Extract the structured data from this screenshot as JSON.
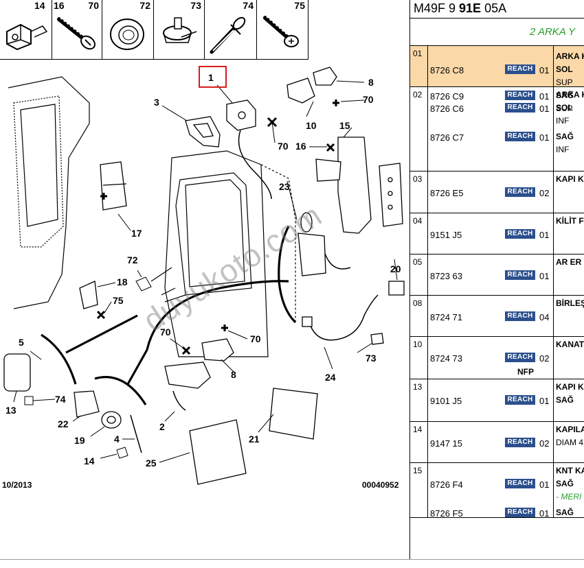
{
  "icon_strip": [
    {
      "num_a": "14",
      "num_b": "16"
    },
    {
      "num": "70"
    },
    {
      "num": "72"
    },
    {
      "num": "73"
    },
    {
      "num": "74"
    },
    {
      "num": "75"
    }
  ],
  "callouts": {
    "c1": "1",
    "c2": "2",
    "c3": "3",
    "c4": "4",
    "c5": "5",
    "c8a": "8",
    "c8b": "8",
    "c10": "10",
    "c13": "13",
    "c14": "14",
    "c15": "15",
    "c16": "16",
    "c17": "17",
    "c18": "18",
    "c19": "19",
    "c20": "20",
    "c21": "21",
    "c22": "22",
    "c23": "23",
    "c24": "24",
    "c25": "25",
    "c70a": "70",
    "c70b": "70",
    "c70c": "70",
    "c70d": "70",
    "c72": "72",
    "c73": "73",
    "c74": "74",
    "c75": "75"
  },
  "date_code": "10/2013",
  "drawing_code": "00040952",
  "watermark": "duyukoto.com",
  "header": {
    "model_a": "M49F 9 ",
    "model_b": "91E",
    "model_c": " 05A",
    "section": "2 ARKA Y"
  },
  "colors": {
    "reach_badge": "#2b4f8c",
    "selected_row": "#fbd8a8",
    "highlight": "#d91a1a",
    "section_text": "#2aa02a"
  },
  "rows": [
    {
      "ref": "01",
      "selected": true,
      "height": 60,
      "lines": [
        {
          "pn": "8726 C8",
          "badge": "REACH",
          "qty": "01",
          "desc": [
            "ARKA K",
            "SOL",
            "SUP"
          ]
        },
        {
          "pn": "8726 C9",
          "badge": "REACH",
          "qty": "01",
          "desc": [
            "SAĞ",
            "SUP"
          ]
        }
      ]
    },
    {
      "ref": "02",
      "lines": [
        {
          "pn": "8726 C6",
          "badge": "REACH",
          "qty": "01",
          "desc": [
            "ARKA K",
            "SOL",
            "INF"
          ]
        },
        {
          "pn": "8726 C7",
          "badge": "REACH",
          "qty": "01",
          "desc": [
            "SAĞ",
            "INF"
          ]
        }
      ]
    },
    {
      "ref": "03",
      "lines": [
        {
          "pn": "8726 E5",
          "badge": "REACH",
          "qty": "02",
          "desc": [
            "KAPI K"
          ]
        }
      ]
    },
    {
      "ref": "04",
      "lines": [
        {
          "pn": "9151 J5",
          "badge": "REACH",
          "qty": "01",
          "desc": [
            "KİLİT F"
          ]
        }
      ]
    },
    {
      "ref": "05",
      "lines": [
        {
          "pn": "8723 63",
          "badge": "REACH",
          "qty": "01",
          "desc": [
            "AR ER"
          ]
        }
      ]
    },
    {
      "ref": "08",
      "lines": [
        {
          "pn": "8724 71",
          "badge": "REACH",
          "qty": "04",
          "desc": [
            "BİRLEŞ"
          ]
        }
      ]
    },
    {
      "ref": "10",
      "lines": [
        {
          "pn": "8724 73",
          "badge": "REACH",
          "qty": "02",
          "nfp": "NFP",
          "desc": [
            "KANAT"
          ]
        }
      ]
    },
    {
      "ref": "13",
      "lines": [
        {
          "pn": "9101 J5",
          "badge": "REACH",
          "qty": "01",
          "desc": [
            "KAPI K",
            "SAĞ"
          ]
        }
      ]
    },
    {
      "ref": "14",
      "lines": [
        {
          "pn": "9147 15",
          "badge": "REACH",
          "qty": "02",
          "desc": [
            "KAPILA",
            "DIAM 4"
          ]
        }
      ]
    },
    {
      "ref": "15",
      "lines": [
        {
          "pn": "8726 F4",
          "badge": "REACH",
          "qty": "01",
          "desc": [
            "KNT KA",
            "SAĞ",
            "- MERI"
          ]
        },
        {
          "pn": "8726 F5",
          "badge": "REACH",
          "qty": "01",
          "desc": [
            "SAĞ"
          ]
        }
      ]
    }
  ]
}
